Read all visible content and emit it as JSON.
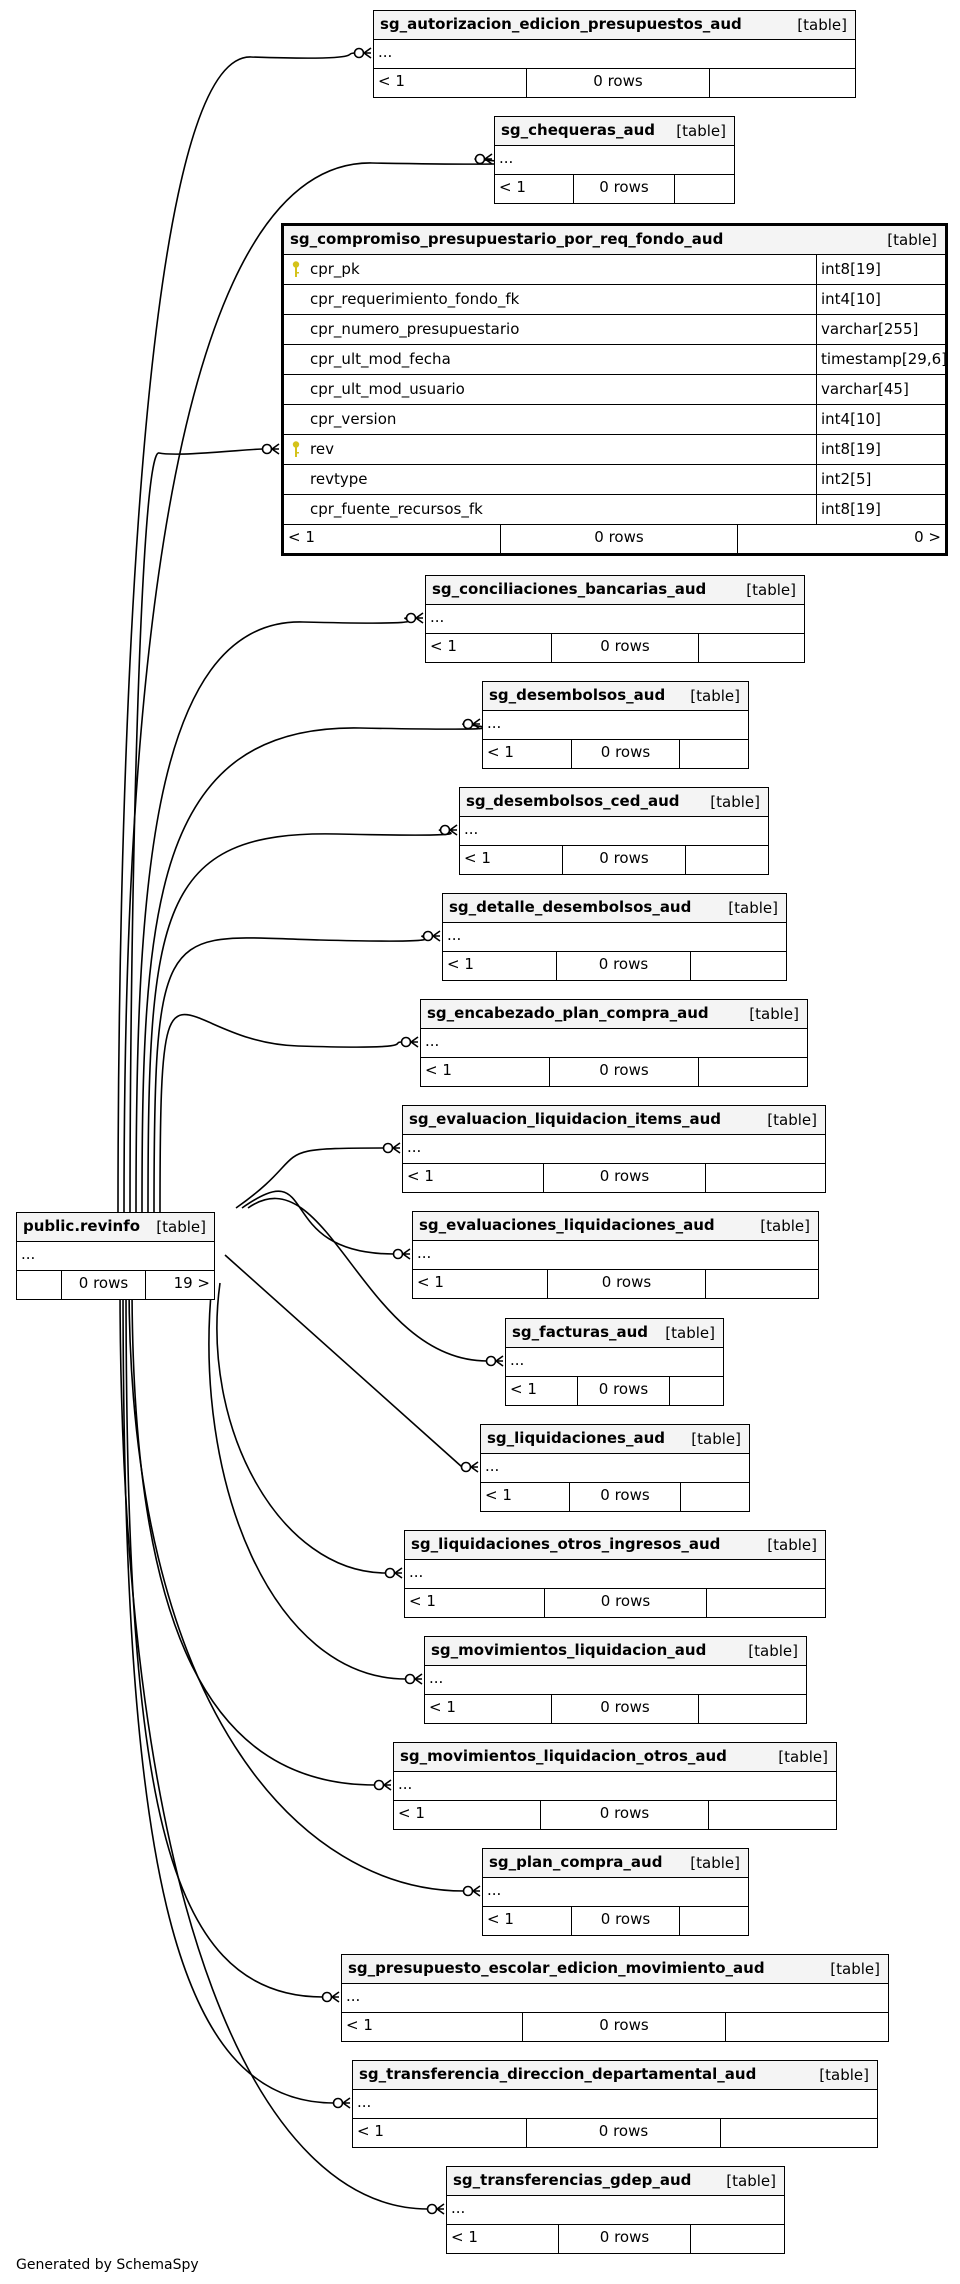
{
  "diagram": {
    "generated_by": "Generated by SchemaSpy",
    "center_table": {
      "name": "public.revinfo",
      "type": "[table]",
      "ellipsis": "...",
      "footer": [
        "",
        "0 rows",
        "19 >"
      ]
    },
    "focus_table": {
      "name": "sg_compromiso_presupuestario_por_req_fondo_aud",
      "type": "[table]",
      "columns": [
        {
          "name": "cpr_pk",
          "type": "int8[19]",
          "key_icon": "key-icon"
        },
        {
          "name": "cpr_requerimiento_fondo_fk",
          "type": "int4[10]"
        },
        {
          "name": "cpr_numero_presupuestario",
          "type": "varchar[255]"
        },
        {
          "name": "cpr_ult_mod_fecha",
          "type": "timestamp[29,6]"
        },
        {
          "name": "cpr_ult_mod_usuario",
          "type": "varchar[45]"
        },
        {
          "name": "cpr_version",
          "type": "int4[10]"
        },
        {
          "name": "rev",
          "type": "int8[19]",
          "key_icon": "key-icon"
        },
        {
          "name": "revtype",
          "type": "int2[5]"
        },
        {
          "name": "cpr_fuente_recursos_fk",
          "type": "int8[19]"
        }
      ],
      "footer": [
        "< 1",
        "0 rows",
        "0 >"
      ]
    },
    "tables": [
      {
        "name": "sg_autorizacion_edicion_presupuestos_aud",
        "type": "[table]",
        "ellipsis": "...",
        "footer": [
          "< 1",
          "0 rows",
          ""
        ]
      },
      {
        "name": "sg_chequeras_aud",
        "type": "[table]",
        "ellipsis": "...",
        "footer": [
          "< 1",
          "0 rows",
          ""
        ]
      },
      {
        "name": "sg_conciliaciones_bancarias_aud",
        "type": "[table]",
        "ellipsis": "...",
        "footer": [
          "< 1",
          "0 rows",
          ""
        ]
      },
      {
        "name": "sg_desembolsos_aud",
        "type": "[table]",
        "ellipsis": "...",
        "footer": [
          "< 1",
          "0 rows",
          ""
        ]
      },
      {
        "name": "sg_desembolsos_ced_aud",
        "type": "[table]",
        "ellipsis": "...",
        "footer": [
          "< 1",
          "0 rows",
          ""
        ]
      },
      {
        "name": "sg_detalle_desembolsos_aud",
        "type": "[table]",
        "ellipsis": "...",
        "footer": [
          "< 1",
          "0 rows",
          ""
        ]
      },
      {
        "name": "sg_encabezado_plan_compra_aud",
        "type": "[table]",
        "ellipsis": "...",
        "footer": [
          "< 1",
          "0 rows",
          ""
        ]
      },
      {
        "name": "sg_evaluacion_liquidacion_items_aud",
        "type": "[table]",
        "ellipsis": "...",
        "footer": [
          "< 1",
          "0 rows",
          ""
        ]
      },
      {
        "name": "sg_evaluaciones_liquidaciones_aud",
        "type": "[table]",
        "ellipsis": "...",
        "footer": [
          "< 1",
          "0 rows",
          ""
        ]
      },
      {
        "name": "sg_facturas_aud",
        "type": "[table]",
        "ellipsis": "...",
        "footer": [
          "< 1",
          "0 rows",
          ""
        ]
      },
      {
        "name": "sg_liquidaciones_aud",
        "type": "[table]",
        "ellipsis": "...",
        "footer": [
          "< 1",
          "0 rows",
          ""
        ]
      },
      {
        "name": "sg_liquidaciones_otros_ingresos_aud",
        "type": "[table]",
        "ellipsis": "...",
        "footer": [
          "< 1",
          "0 rows",
          ""
        ]
      },
      {
        "name": "sg_movimientos_liquidacion_aud",
        "type": "[table]",
        "ellipsis": "...",
        "footer": [
          "< 1",
          "0 rows",
          ""
        ]
      },
      {
        "name": "sg_movimientos_liquidacion_otros_aud",
        "type": "[table]",
        "ellipsis": "...",
        "footer": [
          "< 1",
          "0 rows",
          ""
        ]
      },
      {
        "name": "sg_plan_compra_aud",
        "type": "[table]",
        "ellipsis": "...",
        "footer": [
          "< 1",
          "0 rows",
          ""
        ]
      },
      {
        "name": "sg_presupuesto_escolar_edicion_movimiento_aud",
        "type": "[table]",
        "ellipsis": "...",
        "footer": [
          "< 1",
          "0 rows",
          ""
        ]
      },
      {
        "name": "sg_transferencia_direccion_departamental_aud",
        "type": "[table]",
        "ellipsis": "...",
        "footer": [
          "< 1",
          "0 rows",
          ""
        ]
      },
      {
        "name": "sg_transferencias_gdep_aud",
        "type": "[table]",
        "ellipsis": "...",
        "footer": [
          "< 1",
          "0 rows",
          ""
        ]
      }
    ],
    "colors": {
      "header_bg": "#f4f4f4",
      "line": "#000000",
      "key_icon": "#d4c21a"
    }
  }
}
